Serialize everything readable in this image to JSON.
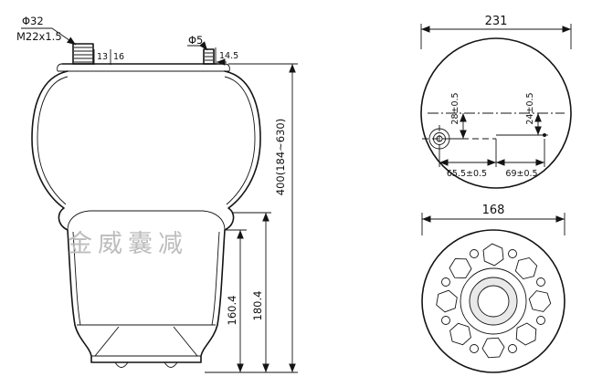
{
  "drawing": {
    "watermark": "金威囊减",
    "colors": {
      "line": "#141414",
      "watermark": "#bdbdbd",
      "background": "#ffffff"
    },
    "side_view": {
      "top_port_diameter": "Φ32",
      "top_port_thread": "M22x1.5",
      "plate_offset_13": "13",
      "plate_offset_16": "16",
      "air_port_diameter": "Φ5",
      "air_port_offset": "14.5",
      "design_height": "400(184~630)",
      "piston_height_outer": "180.4",
      "piston_height_inner": "160.4"
    },
    "top_view": {
      "outer_diameter": "231",
      "port_offset_y": "28±0.5",
      "stud_offset_y": "24±0.5",
      "port_offset_x": "65.5±0.5",
      "stud_offset_x": "69±0.5"
    },
    "bottom_view": {
      "piston_diameter": "168"
    }
  }
}
